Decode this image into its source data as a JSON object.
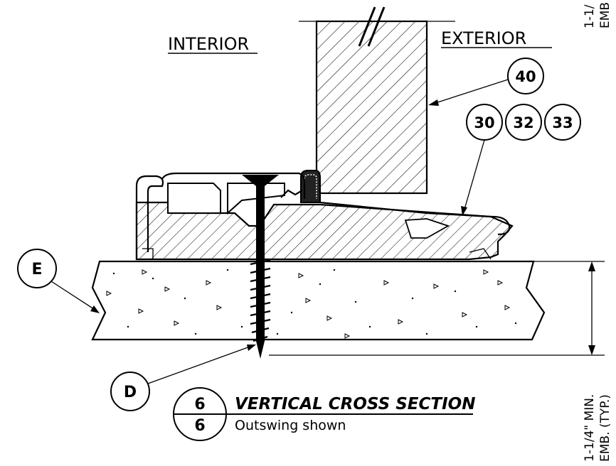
{
  "labels": {
    "interior": "INTERIOR",
    "exterior": "EXTERIOR"
  },
  "callouts": {
    "c40": "40",
    "c30": "30",
    "c32": "32",
    "c33": "33",
    "e": "E",
    "d": "D"
  },
  "section": {
    "number": "6",
    "sheet": "6",
    "title": "VERTICAL CROSS SECTION",
    "subtitle": "Outswing shown"
  },
  "dimension": {
    "line1": "1-1/4\" MIN.",
    "line2": "EMB. (TYP.)",
    "top_line1": "1-1/",
    "top_line2": "EMB"
  },
  "colors": {
    "ink": "#000000",
    "paper": "#ffffff"
  }
}
